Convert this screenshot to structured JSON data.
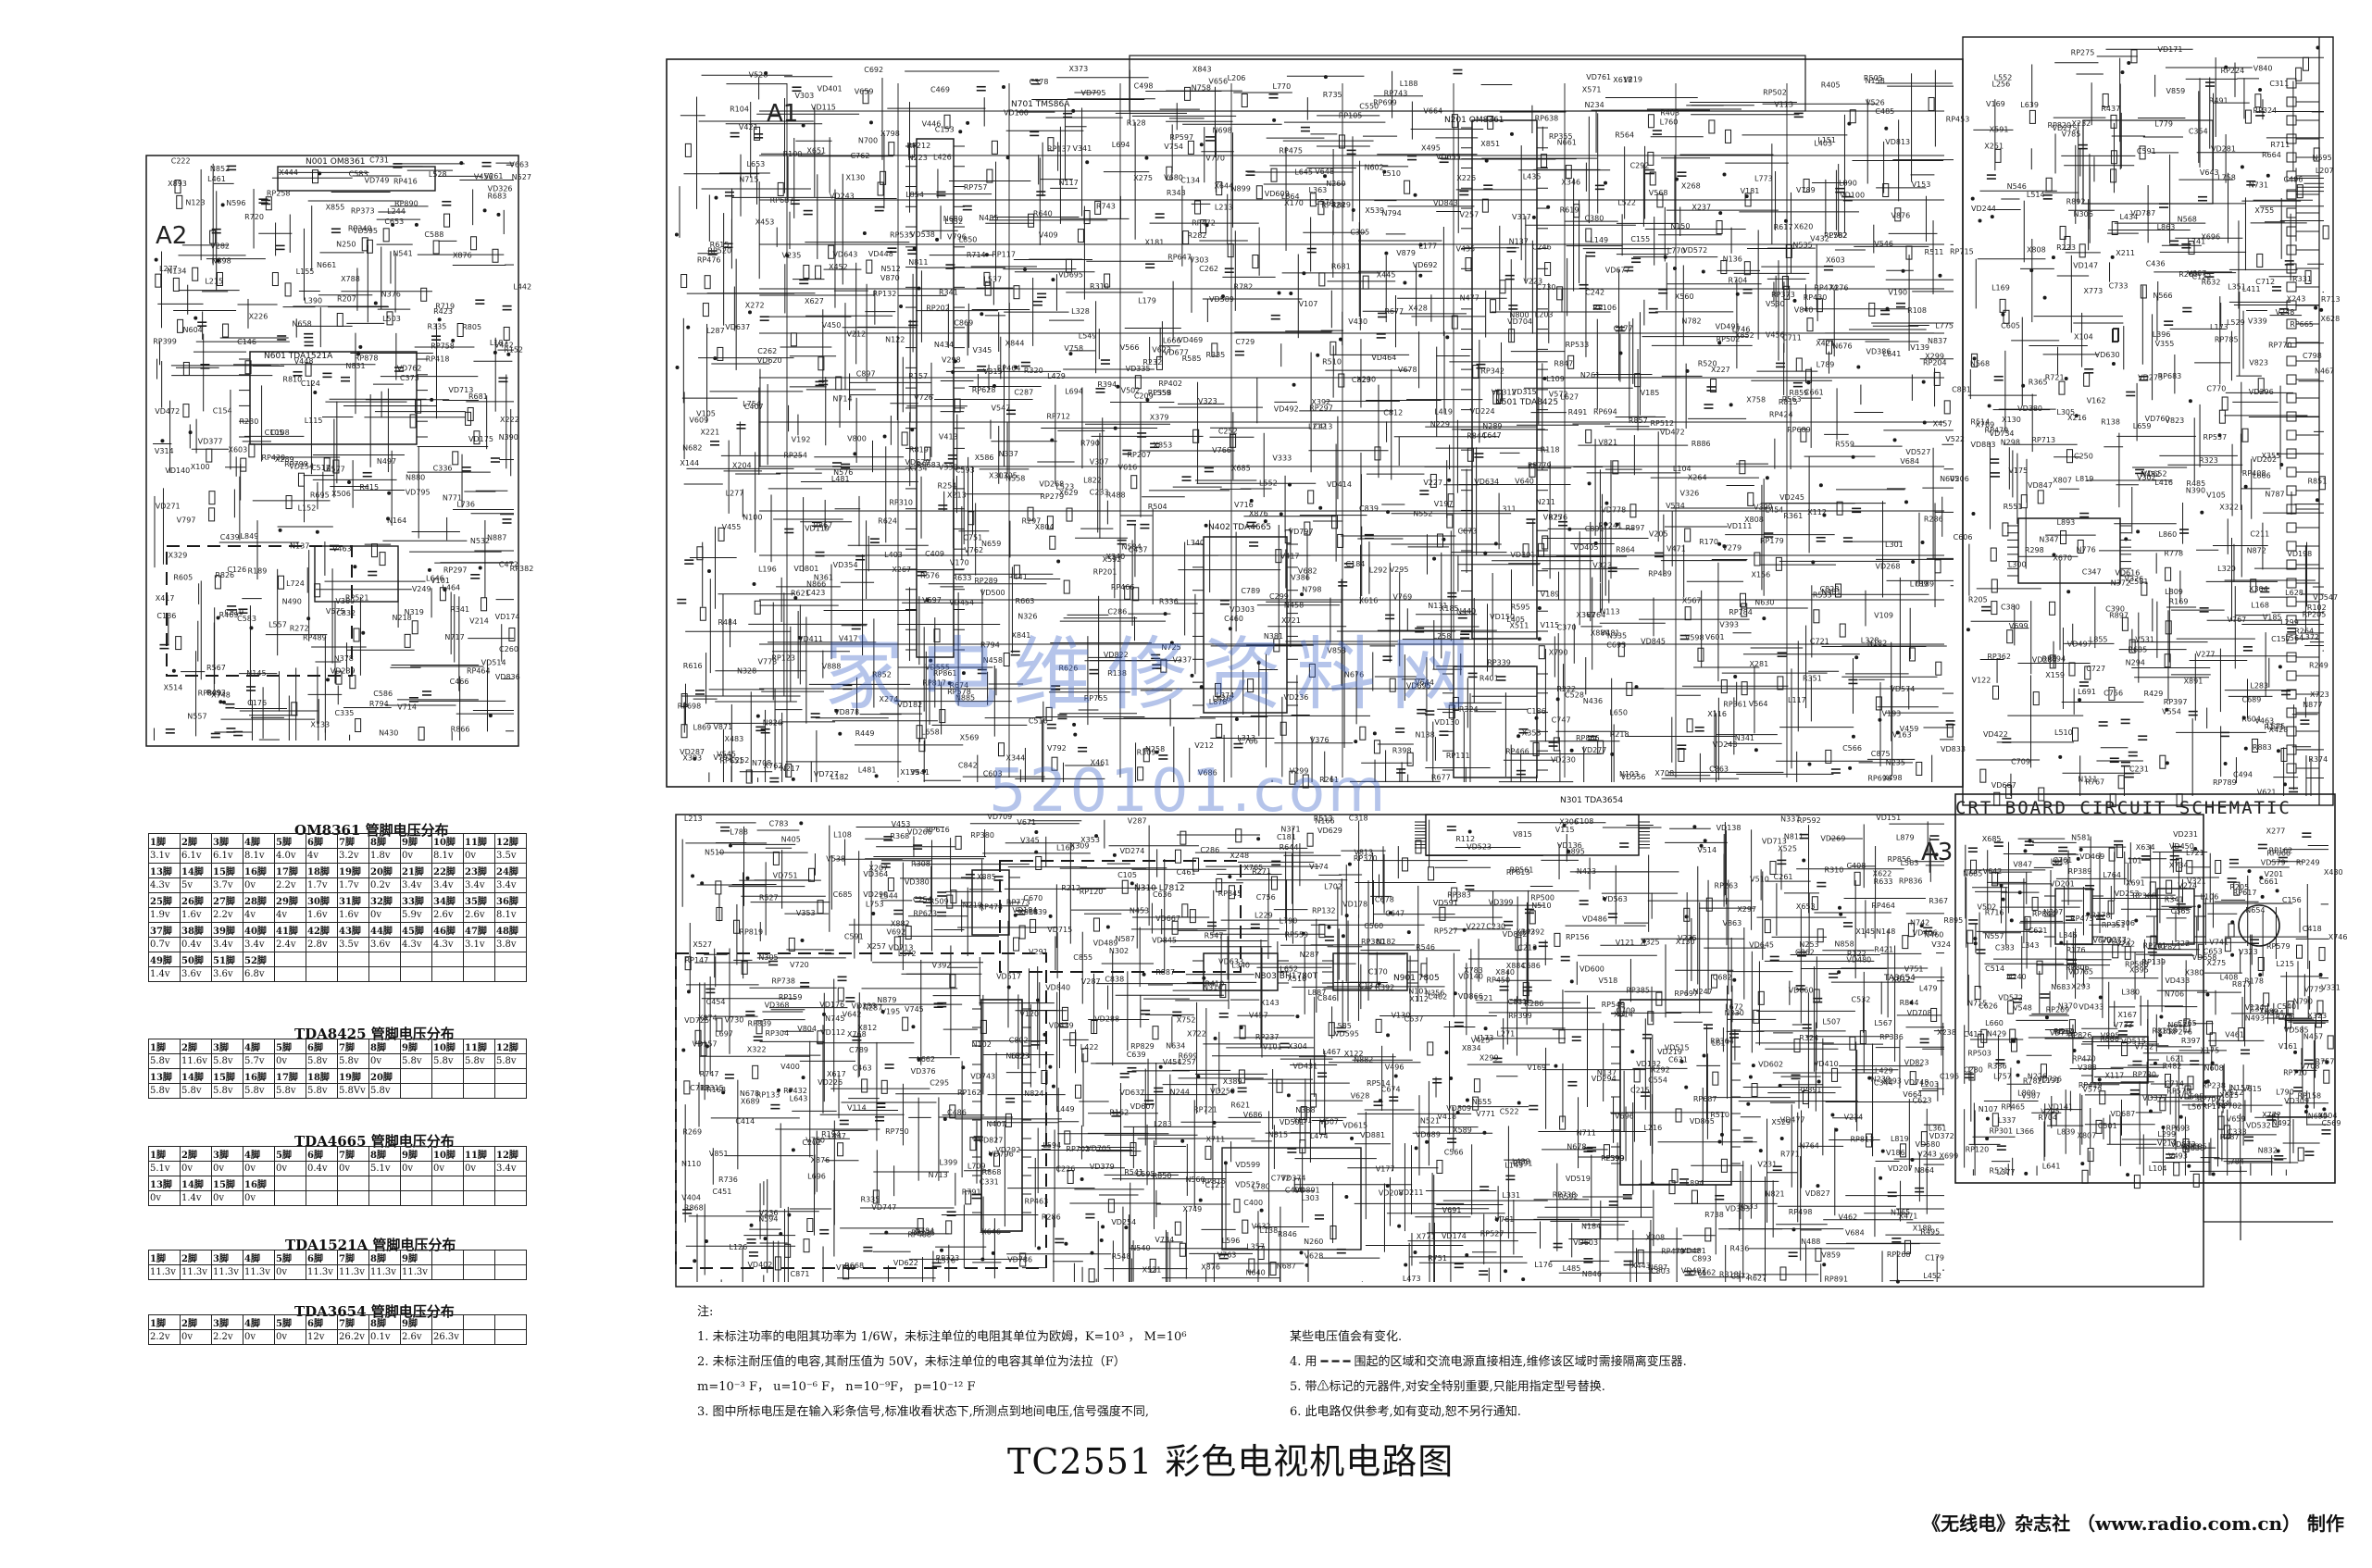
{
  "diagram": {
    "title": "TC2551 彩色电视机电路图",
    "credit": "《无线电》杂志社 （www.radio.com.cn） 制作",
    "watermark_cn": "家电维修资料网",
    "watermark_url": "520101.com",
    "crt_label": "CRT BOARD CIRCUIT SCHEMATIC",
    "blocks": [
      "A1",
      "A2",
      "A3"
    ],
    "ic_labels": [
      "N001 OM8361",
      "N701 TMS86A",
      "N201 OM8361",
      "N301 TDA3654",
      "N402 TDA4665",
      "N501 TDA8425",
      "N601 TDA1521A",
      "N803 BH1780T",
      "N901 7805",
      "N310 L7812",
      "TA3654"
    ]
  },
  "notes": {
    "header": "注:",
    "left": [
      "1.  未标注功率的电阻其功率为 1/6W，未标注单位的电阻其单位为欧姆，K=10³ ， M=10⁶",
      "2.  未标注耐压值的电容,其耐压值为 50V，未标注单位的电容其单位为法拉（F）",
      "      m=10⁻³ F，  u=10⁻⁶ F，  n=10⁻⁹F，  p=10⁻¹² F",
      "3.  图中所标电压是在输入彩条信号,标准收看状态下,所测点到地间电压,信号强度不同,"
    ],
    "right": [
      "某些电压值会有变化.",
      "4.  用 ━ ━ ━  围起的区域和交流电源直接相连,维修该区域时需接隔离变压器.",
      "5.  带⚠标记的元器件,对安全特别重要,只能用指定型号替换.",
      "6.  此电路仅供参考,如有变动,恕不另行通知."
    ]
  },
  "tables": [
    {
      "title": "OM8361  管脚电压分布",
      "rows": [
        [
          "1脚",
          "2脚",
          "3脚",
          "4脚",
          "5脚",
          "6脚",
          "7脚",
          "8脚",
          "9脚",
          "10脚",
          "11脚",
          "12脚"
        ],
        [
          "3.1v",
          "6.1v",
          "6.1v",
          "8.1v",
          "4.0v",
          "4v",
          "3.2v",
          "1.8v",
          "0v",
          "8.1v",
          "0v",
          "3.5v"
        ],
        [
          "13脚",
          "14脚",
          "15脚",
          "16脚",
          "17脚",
          "18脚",
          "19脚",
          "20脚",
          "21脚",
          "22脚",
          "23脚",
          "24脚"
        ],
        [
          "4.3v",
          "5v",
          "3.7v",
          "0v",
          "2.2v",
          "1.7v",
          "1.7v",
          "0.2v",
          "3.4v",
          "3.4v",
          "3.4v",
          "3.4v"
        ],
        [
          "25脚",
          "26脚",
          "27脚",
          "28脚",
          "29脚",
          "30脚",
          "31脚",
          "32脚",
          "33脚",
          "34脚",
          "35脚",
          "36脚"
        ],
        [
          "1.9v",
          "1.6v",
          "2.2v",
          "4v",
          "4v",
          "1.6v",
          "1.6v",
          "0v",
          "5.9v",
          "2.6v",
          "2.6v",
          "8.1v"
        ],
        [
          "37脚",
          "38脚",
          "39脚",
          "40脚",
          "41脚",
          "42脚",
          "43脚",
          "44脚",
          "45脚",
          "46脚",
          "47脚",
          "48脚"
        ],
        [
          "0.7v",
          "0.4v",
          "3.4v",
          "3.4v",
          "2.4v",
          "2.8v",
          "3.5v",
          "3.6v",
          "4.3v",
          "4.3v",
          "3.1v",
          "3.8v"
        ],
        [
          "49脚",
          "50脚",
          "51脚",
          "52脚",
          "",
          "",
          "",
          "",
          "",
          "",
          "",
          ""
        ],
        [
          "1.4v",
          "3.6v",
          "3.6v",
          "6.8v",
          "",
          "",
          "",
          "",
          "",
          "",
          "",
          ""
        ]
      ]
    },
    {
      "title": "TDA8425   管脚电压分布",
      "rows": [
        [
          "1脚",
          "2脚",
          "3脚",
          "4脚",
          "5脚",
          "6脚",
          "7脚",
          "8脚",
          "9脚",
          "10脚",
          "11脚",
          "12脚"
        ],
        [
          "5.8v",
          "11.6v",
          "5.8v",
          "5.7v",
          "0v",
          "5.8v",
          "5.8v",
          "0v",
          "5.8v",
          "5.8v",
          "5.8v",
          "5.8v"
        ],
        [
          "13脚",
          "14脚",
          "15脚",
          "16脚",
          "17脚",
          "18脚",
          "19脚",
          "20脚",
          "",
          "",
          "",
          ""
        ],
        [
          "5.8v",
          "5.8v",
          "5.8v",
          "5.8v",
          "5.8v",
          "5.8v",
          "5.8Vv",
          "5.8v",
          "",
          "",
          "",
          ""
        ]
      ]
    },
    {
      "title": "TDA4665   管脚电压分布",
      "rows": [
        [
          "1脚",
          "2脚",
          "3脚",
          "4脚",
          "5脚",
          "6脚",
          "7脚",
          "8脚",
          "9脚",
          "10脚",
          "11脚",
          "12脚"
        ],
        [
          "5.1v",
          "0v",
          "0v",
          "0v",
          "0v",
          "0.4v",
          "0v",
          "5.1v",
          "0v",
          "0v",
          "0v",
          "3.4v"
        ],
        [
          "13脚",
          "14脚",
          "15脚",
          "16脚",
          "",
          "",
          "",
          "",
          "",
          "",
          "",
          ""
        ],
        [
          "0v",
          "1.4v",
          "0v",
          "0v",
          "",
          "",
          "",
          "",
          "",
          "",
          "",
          ""
        ]
      ]
    },
    {
      "title": "TDA1521A   管脚电压分布",
      "rows": [
        [
          "1脚",
          "2脚",
          "3脚",
          "4脚",
          "5脚",
          "6脚",
          "7脚",
          "8脚",
          "9脚",
          "",
          "",
          ""
        ],
        [
          "11.3v",
          "11.3v",
          "11.3v",
          "11.3v",
          "0v",
          "11.3v",
          "11.3v",
          "11.3v",
          "11.3v",
          "",
          "",
          ""
        ]
      ]
    },
    {
      "title": "TDA3654   管脚电压分布",
      "rows": [
        [
          "1脚",
          "2脚",
          "3脚",
          "4脚",
          "5脚",
          "6脚",
          "7脚",
          "8脚",
          "9脚",
          "",
          "",
          ""
        ],
        [
          "2.2v",
          "0v",
          "2.2v",
          "0v",
          "0v",
          "12v",
          "26.2v",
          "0.1v",
          "2.6v",
          "26.3v",
          "",
          ""
        ]
      ]
    }
  ]
}
